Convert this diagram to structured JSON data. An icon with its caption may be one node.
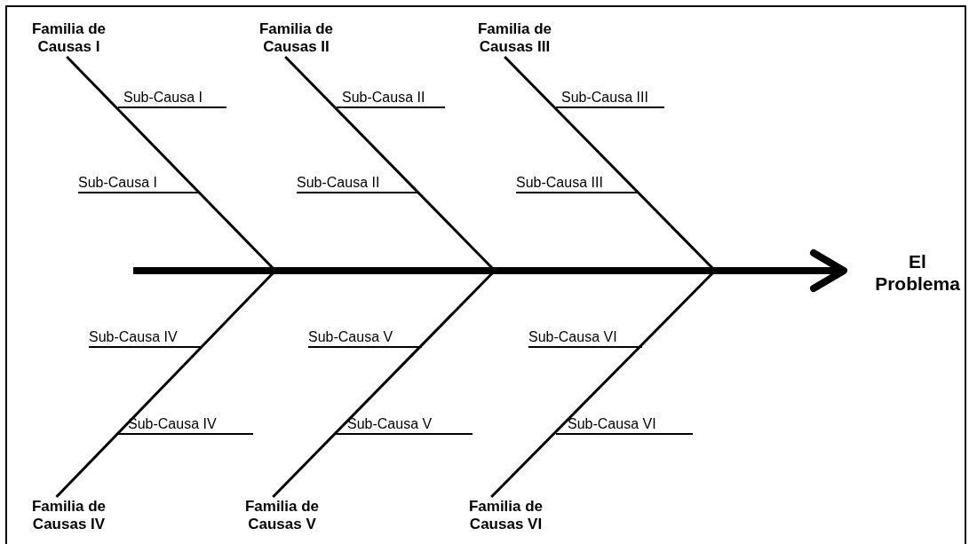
{
  "diagram": {
    "nodes": [
      {
        "text": [
          "Familia de Causas I"
        ]
      },
      {
        "text": [
          "Familia de Causas II"
        ]
      },
      {
        "text": [
          "Familia de Causas III"
        ]
      },
      {
        "text": [
          "Familia de Causas IV"
        ]
      },
      {
        "text": [
          "Familia de Causas V"
        ]
      },
      {
        "text": [
          "Familia de Causas VI"
        ]
      },
      {
        "text": [
          "El Problema"
        ]
      }
    ],
    "edges": [
      {
        "from": null,
        "to": 6,
        "arrow": "to",
        "style": "thick"
      },
      {
        "from": 0,
        "to": null,
        "arrow": "none"
      },
      {
        "from": 1,
        "to": null,
        "arrow": "none"
      },
      {
        "from": 2,
        "to": null,
        "arrow": "none"
      },
      {
        "from": 3,
        "to": null,
        "arrow": "none"
      },
      {
        "from": 4,
        "to": null,
        "arrow": "none"
      },
      {
        "from": 5,
        "to": null,
        "arrow": "none"
      }
    ],
    "labels": [
      "Sub-Causa I",
      "Sub-Causa II",
      "Sub-Causa III",
      "Sub-Causa I",
      "Sub-Causa II",
      "Sub-Causa III",
      "Sub-Causa IV",
      "Sub-Causa V",
      "Sub-Causa VI",
      "Sub-Causa IV",
      "Sub-Causa V",
      "Sub-Causa VI"
    ]
  }
}
